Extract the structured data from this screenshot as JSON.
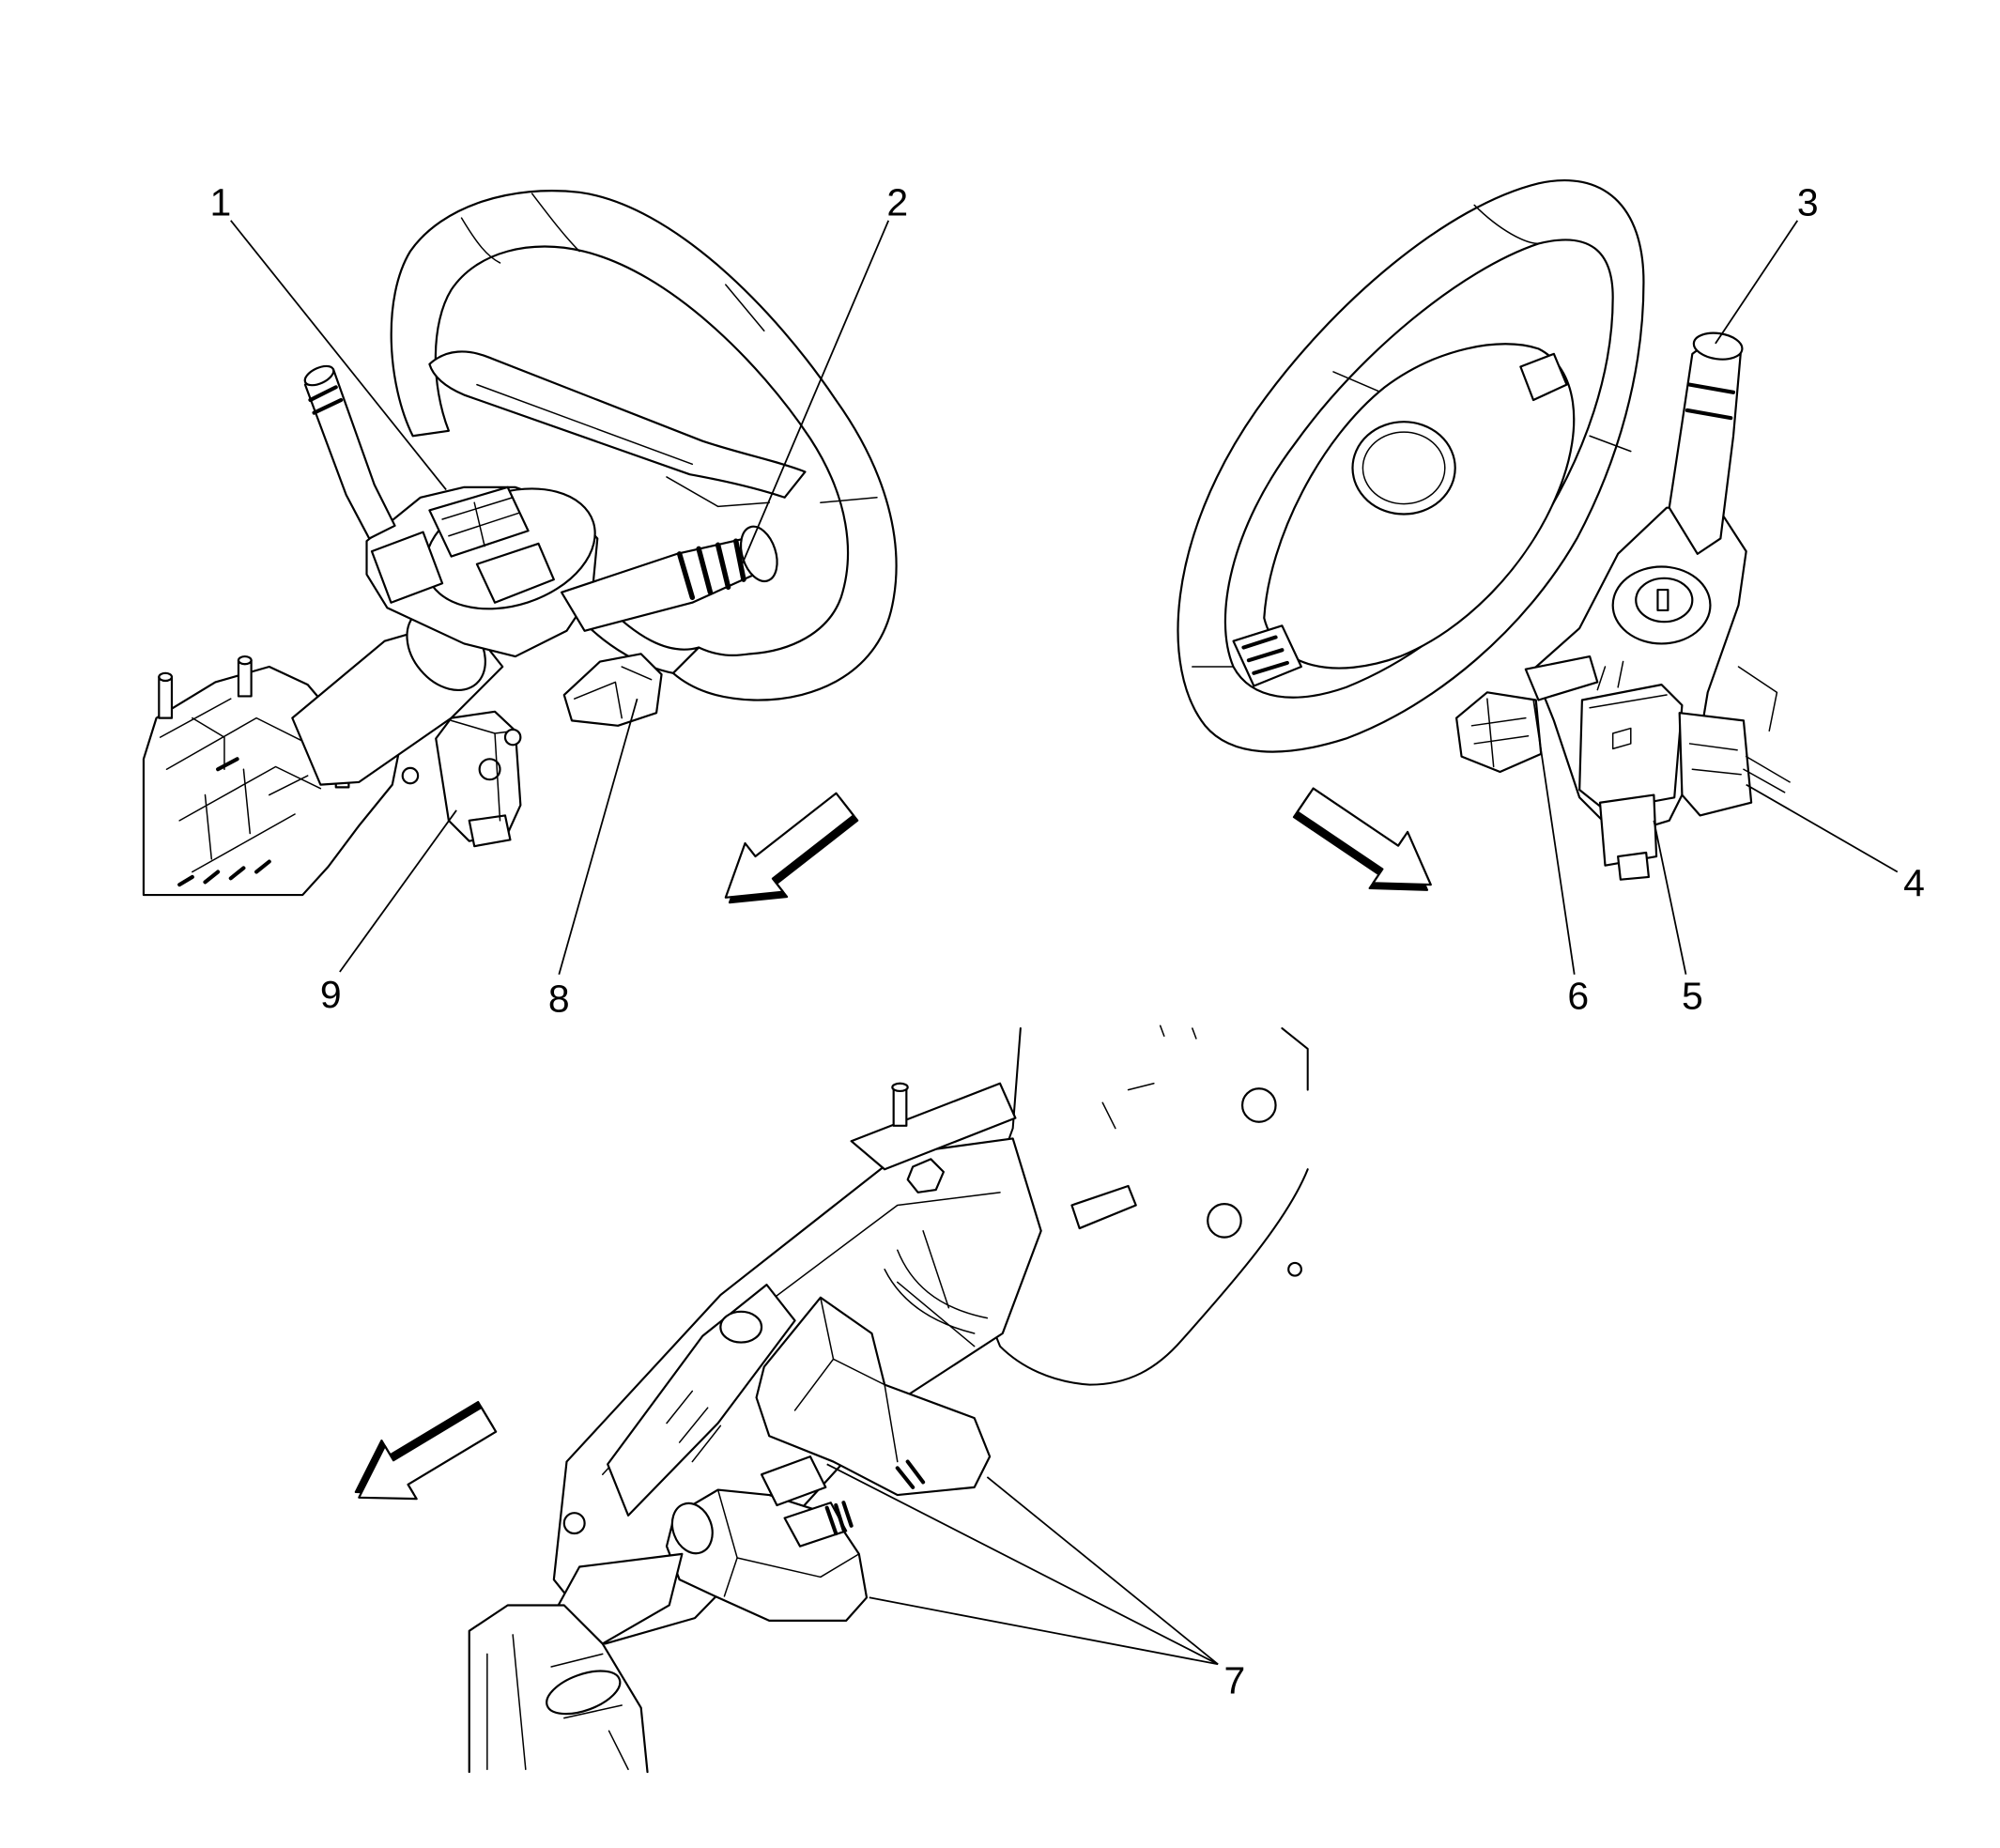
{
  "callouts": [
    "1",
    "2",
    "3",
    "4",
    "5",
    "6",
    "7",
    "8",
    "9"
  ],
  "colors": {
    "line": "#000000",
    "background": "#ffffff"
  }
}
